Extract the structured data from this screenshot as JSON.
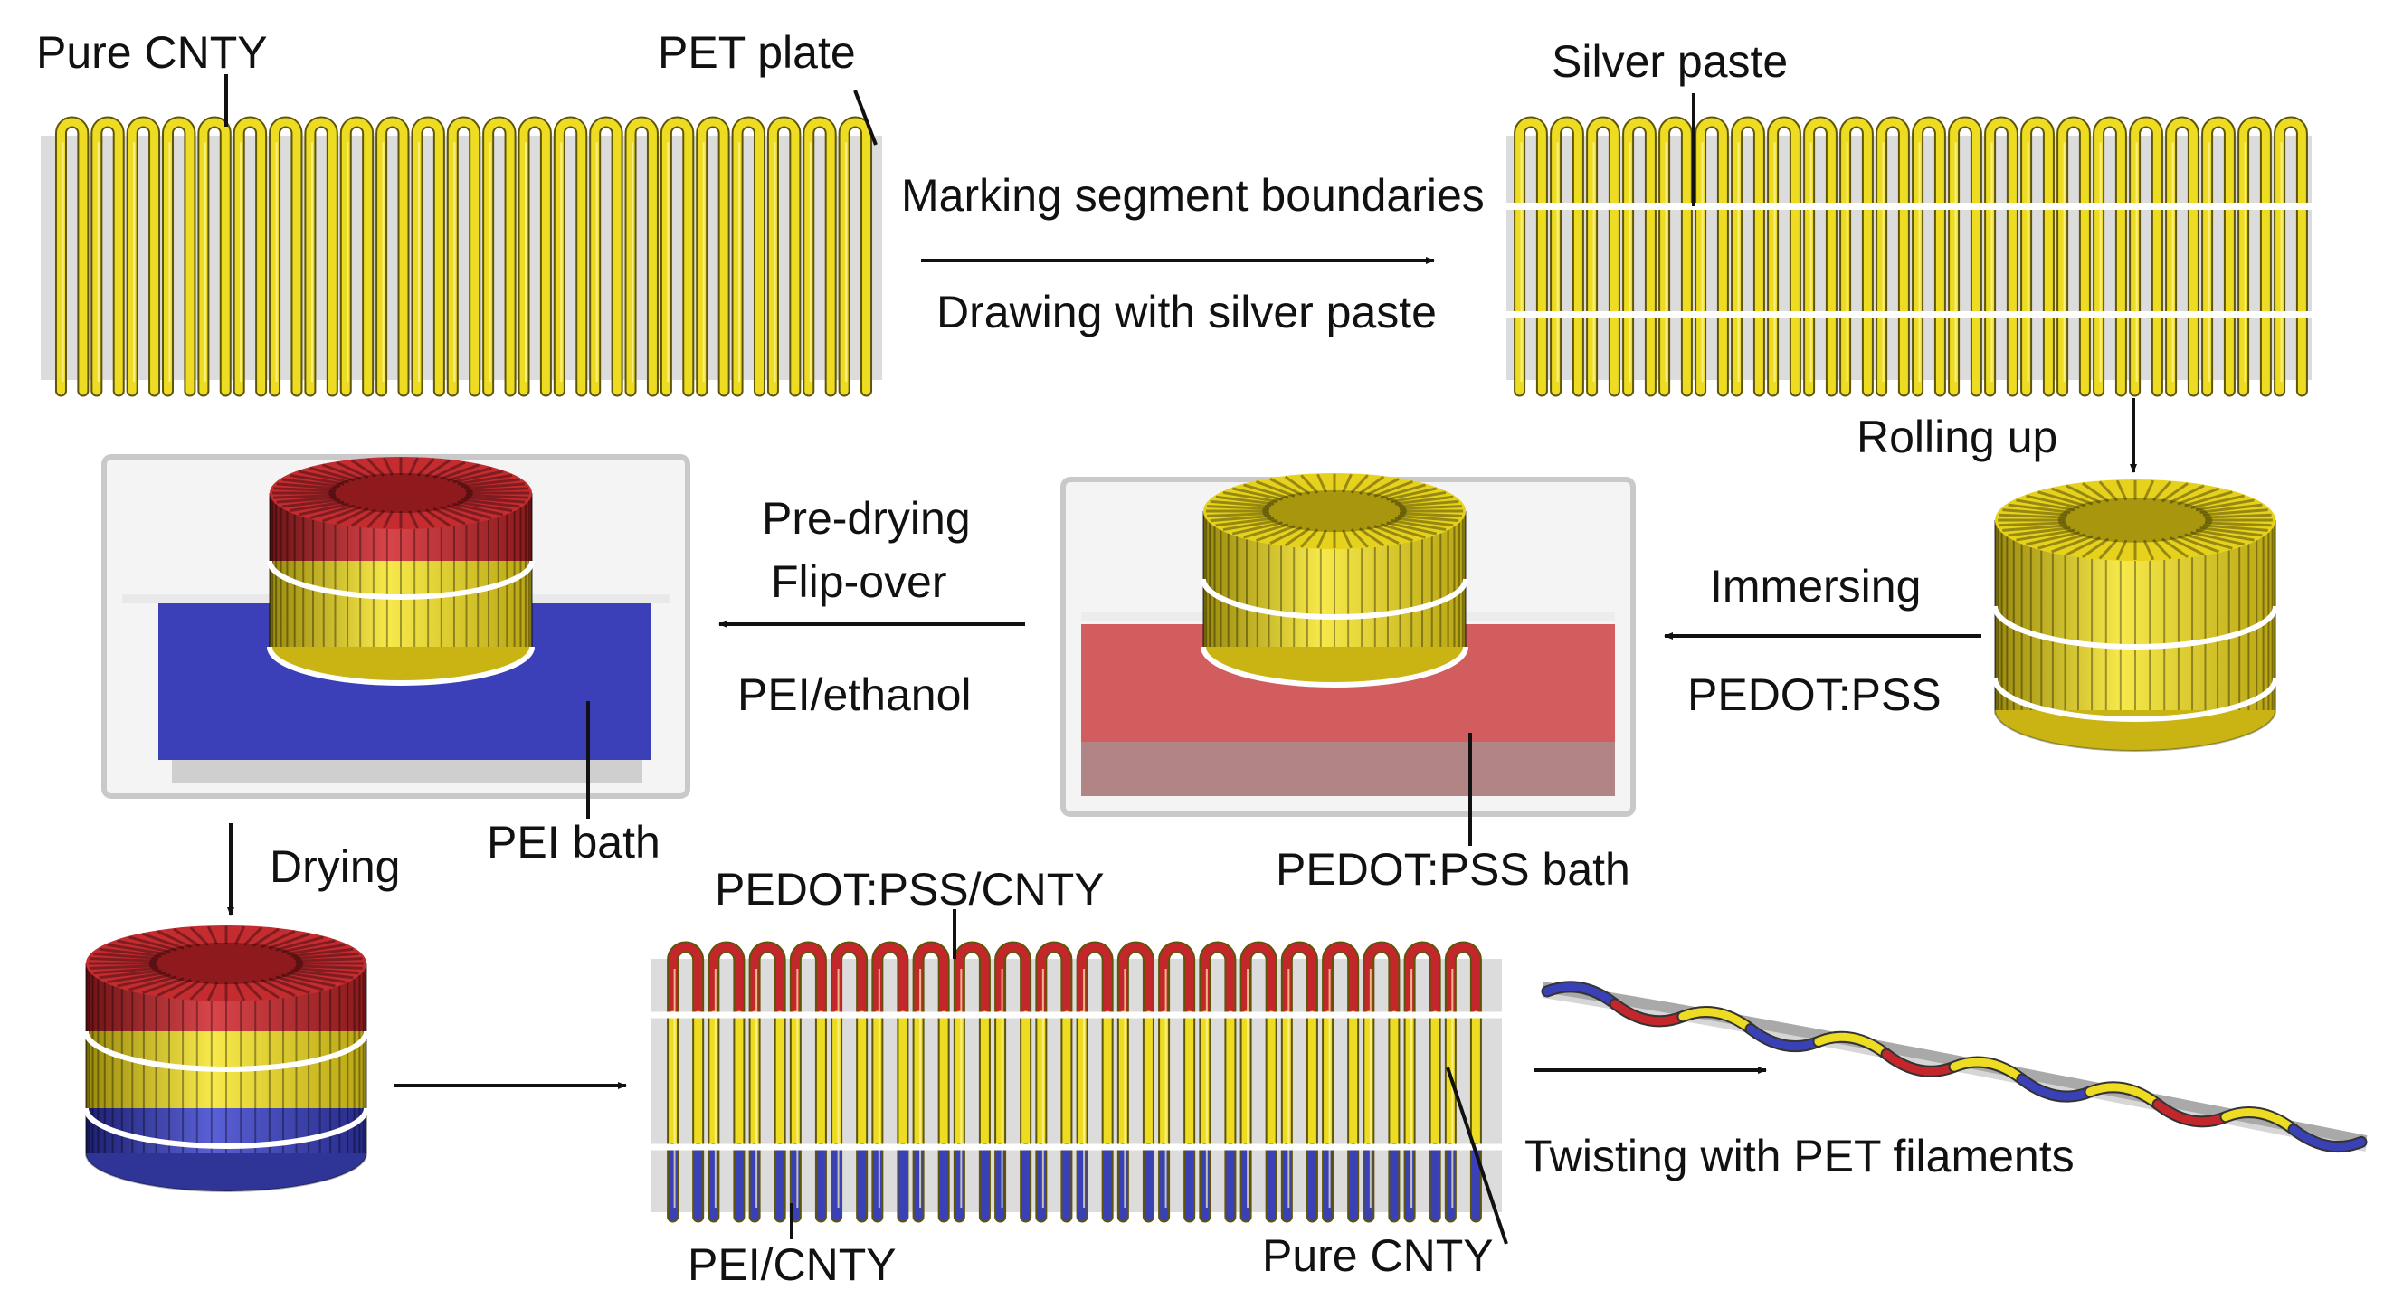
{
  "labels": {
    "pure_cnty_top": "Pure CNTY",
    "pet_plate": "PET plate",
    "silver_paste": "Silver paste",
    "marking": "Marking segment boundaries",
    "drawing": "Drawing with silver paste",
    "rolling_up": "Rolling up",
    "immersing": "Immersing",
    "pedot_pss": "PEDOT:PSS",
    "pre_drying": "Pre-drying",
    "flip_over": "Flip-over",
    "pei_ethanol": "PEI/ethanol",
    "pedot_bath": "PEDOT:PSS bath",
    "pei_bath": "PEI bath",
    "drying": "Drying",
    "pedot_cnty": "PEDOT:PSS/CNTY",
    "pei_cnty": "PEI/CNTY",
    "pure_cnty_bottom": "Pure CNTY",
    "twisting": "Twisting with PET filaments"
  },
  "colors": {
    "cnty_yellow": "#ecd81a",
    "pedot_red": "#b8282b",
    "pei_blue": "#3a3fb0",
    "pet_gray": "#dcdcdc",
    "silver": "#ffffff"
  }
}
